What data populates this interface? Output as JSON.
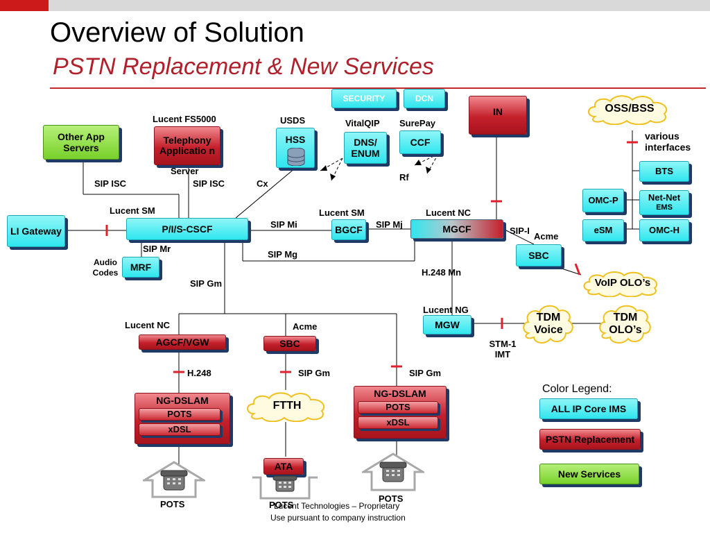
{
  "title": "Overview of Solution",
  "subtitle": "PSTN Replacement & New Services",
  "nodes": {
    "security": "SECURITY",
    "dcn": "DCN",
    "in": "IN",
    "oss_bss": "OSS/BSS",
    "other_app": "Other App Servers",
    "tas": "Telephony Applicatio n",
    "tas_server": "Server",
    "hss": "HSS",
    "dns_enum": "DNS/ ENUM",
    "ccf": "CCF",
    "li_gateway": "LI Gateway",
    "cscf": "P/I/S-CSCF",
    "bgcf": "BGCF",
    "mgcf": "MGCF",
    "mrf": "MRF",
    "sbc_acme": "SBC",
    "voip_olo": "VoIP OLO’s",
    "mgw": "MGW",
    "tdm_voice": "TDM Voice",
    "tdm_olo": "TDM OLO’s",
    "agcf": "AGCF/VGW",
    "sbc_mid": "SBC",
    "ftth": "FTTH",
    "ata": "ATA",
    "ngdslam_left": {
      "title": "NG-DSLAM",
      "row1": "POTS",
      "row2": "xDSL"
    },
    "ngdslam_right": {
      "title": "NG-DSLAM",
      "row1": "POTS",
      "row2": "xDSL"
    },
    "bts": "BTS",
    "omc_p": "OMC-P",
    "net_net": "Net-Net",
    "net_net_ems": "EMS",
    "esm": "eSM",
    "omc_h": "OMC-H"
  },
  "labels": {
    "lucent_fs5000": "Lucent FS5000",
    "usds": "USDS",
    "vitalqip": "VitalQIP",
    "surepay": "SurePay",
    "various_interfaces": "various interfaces",
    "sip_isc_1": "SIP ISC",
    "sip_isc_2": "SIP ISC",
    "cx": "Cx",
    "rf": "Rf",
    "lucent_sm_1": "Lucent SM",
    "lucent_sm_2": "Lucent SM",
    "lucent_nc_1": "Lucent NC",
    "sip_mi": "SIP Mi",
    "sip_mj": "SIP Mj",
    "sip_i": "SIP-I",
    "acme_1": "Acme",
    "sip_mr": "SIP Mr",
    "audio_codes": "Audio Codes",
    "sip_mg": "SIP Mg",
    "h248_mn": "H.248 Mn",
    "sip_gm_1": "SIP Gm",
    "lucent_ng": "Lucent NG",
    "lucent_nc_2": "Lucent NC",
    "acme_2": "Acme",
    "stm1": "STM-1 IMT",
    "h248": "H.248",
    "sip_gm_2": "SIP Gm",
    "sip_gm_3": "SIP Gm",
    "pots_left": "POTS",
    "pots_mid": "POTS",
    "pots_right": "POTS"
  },
  "legend": {
    "heading": "Color Legend:",
    "core": "ALL IP Core IMS",
    "pstn": "PSTN Replacement",
    "new": "New Services"
  },
  "footer": {
    "line1": "Lucent Technologies – Proprietary",
    "line2": "Use pursuant to company instruction"
  },
  "colors": {
    "core": "#2fe6ee",
    "pstn": "#c4202b",
    "new": "#78d12a",
    "accent": "#c0282a"
  }
}
